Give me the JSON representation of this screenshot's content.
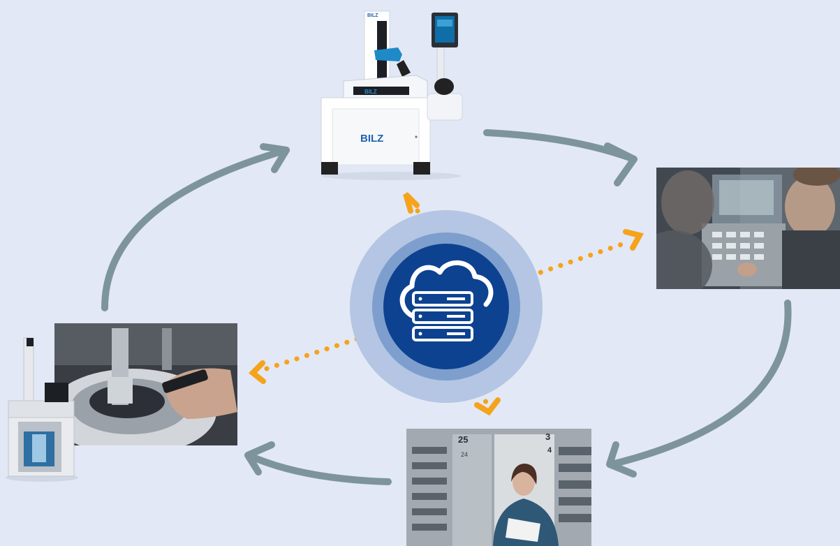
{
  "nodes": [
    {
      "id": "presetter",
      "brand_text": "BILZ"
    },
    {
      "id": "cnc-operators"
    },
    {
      "id": "warehouse-worker",
      "shelf_numbers": [
        "25",
        "3",
        "4",
        "24"
      ]
    },
    {
      "id": "shrink-fit"
    }
  ],
  "hub": {
    "icon": "cloud-server-icon"
  },
  "colors": {
    "background": "#e2e8f5",
    "cycle_arrow": "#7d949c",
    "data_link": "#f5a31a",
    "hub_outer": "#b4c6e3",
    "hub_mid": "#7e9fcd",
    "hub_inner": "#0d4291"
  }
}
